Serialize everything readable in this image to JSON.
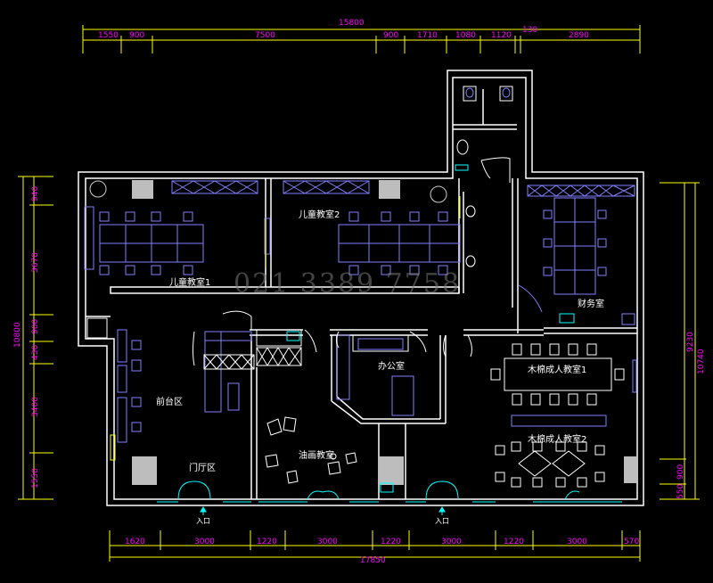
{
  "colors": {
    "background": "#000000",
    "wall": "#ffffff",
    "dimension": "#ff00ff",
    "dimension_line": "#ffff00",
    "furniture": "#8080ff",
    "door": "#00ffff",
    "fill_gray": "#bdbdbd"
  },
  "dimensions": {
    "top_total": "15800",
    "top_segments": [
      "1550",
      "900",
      "7500",
      "900",
      "1710",
      "1080",
      "1120",
      "130",
      "2890"
    ],
    "bottom_total": "17850",
    "bottom_segments": [
      "1620",
      "3000",
      "1220",
      "3000",
      "1220",
      "3000",
      "1220",
      "3000",
      "570"
    ],
    "left_total": "10800",
    "left_segments": [
      "940",
      "3670",
      "900",
      "430",
      "3400",
      "1550"
    ],
    "right_total": "10740",
    "right_inner": "9230",
    "right_segments": [
      "900",
      "550"
    ]
  },
  "rooms": {
    "kids_room_1": "儿童教室1",
    "kids_room_2": "儿童教室2",
    "finance": "财务室",
    "reception": "前台区",
    "office": "办公室",
    "wood_class_1": "木棉成人教室1",
    "oil_painting": "油画教室",
    "wood_class_2": "木棉成人教室2",
    "lobby": "门厅区"
  },
  "entrances": [
    "入口",
    "入口"
  ],
  "watermark": "021  3389  7758"
}
